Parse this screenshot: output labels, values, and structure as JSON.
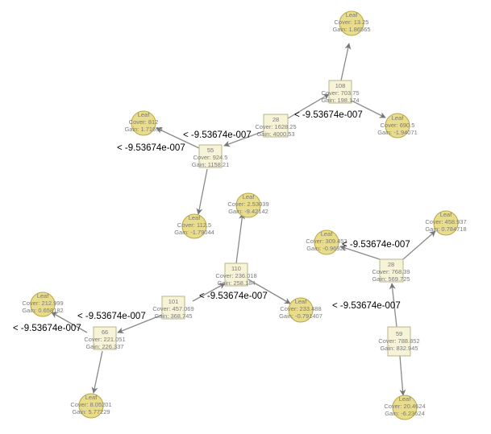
{
  "colors": {
    "leaf_fill": "#e9dc8a",
    "split_fill": "#f6f3d6",
    "edge": "#8a8a8a"
  },
  "nodes": {
    "n28a": {
      "kind": "split",
      "lines": [
        "28",
        "Cover: 1628.25",
        "Gain: 4000.53"
      ]
    },
    "n108": {
      "kind": "split",
      "lines": [
        "108",
        "Cover: 703.75",
        "Gain: 198.174"
      ]
    },
    "leafA": {
      "kind": "leaf",
      "lines": [
        "Leaf",
        "Cover: 13.25",
        "Gain: 1.86565"
      ]
    },
    "leafB": {
      "kind": "leaf",
      "lines": [
        "Leaf",
        "Cover: 690.5",
        "Gain: -1.94071"
      ]
    },
    "n55": {
      "kind": "split",
      "lines": [
        "55",
        "Cover: 924.5",
        "Gain: 1158.21"
      ]
    },
    "leafC": {
      "kind": "leaf",
      "lines": [
        "Leaf",
        "Cover: 812",
        "Gain: 1.71695"
      ]
    },
    "leafD": {
      "kind": "leaf",
      "lines": [
        "Leaf",
        "Cover: 112.5",
        "Gain: -1.79044"
      ]
    },
    "n110": {
      "kind": "split",
      "lines": [
        "110",
        "Cover: 236.018",
        "Gain: 258.184"
      ]
    },
    "leafE": {
      "kind": "leaf",
      "lines": [
        "Leaf",
        "Cover: 2.53039",
        "Gain: -9.42142"
      ]
    },
    "leafF": {
      "kind": "leaf",
      "lines": [
        "Leaf",
        "Cover: 233.488",
        "Gain: -0.791407"
      ]
    },
    "n101": {
      "kind": "split",
      "lines": [
        "101",
        "Cover: 457.069",
        "Gain: 368.745"
      ]
    },
    "n66": {
      "kind": "split",
      "lines": [
        "66",
        "Cover: 221.051",
        "Gain: 226.337"
      ]
    },
    "leafG": {
      "kind": "leaf",
      "lines": [
        "Leaf",
        "Cover: 212.999",
        "Gain: 0.658182"
      ]
    },
    "leafH": {
      "kind": "leaf",
      "lines": [
        "Leaf",
        "Cover: 8.05201",
        "Gain: 5.77229"
      ]
    },
    "n28b": {
      "kind": "split",
      "lines": [
        "28",
        "Cover: 768.39",
        "Gain: 569.725"
      ]
    },
    "leafI": {
      "kind": "leaf",
      "lines": [
        "Leaf",
        "Cover: 309.453",
        "Gain: -0.96921"
      ]
    },
    "leafJ": {
      "kind": "leaf",
      "lines": [
        "Leaf",
        "Cover: 458.937",
        "Gain: 0.784718"
      ]
    },
    "n59": {
      "kind": "split",
      "lines": [
        "59",
        "Cover: 788.852",
        "Gain: 832.945"
      ]
    },
    "leafK": {
      "kind": "leaf",
      "lines": [
        "Leaf",
        "Cover: 20.4624",
        "Gain: -6.23624"
      ]
    }
  },
  "edge_labels": {
    "l1": "< -9.53674e-007",
    "l2": "< -9.53674e-007",
    "l3": "< -9.53674e-007",
    "l4": "< -9.53674e-007",
    "l5": "< -9.53674e-007",
    "l6": "< -9.53674e-007",
    "l7": "< -9.53674e-007",
    "l8": "< -9.53674e-007"
  }
}
